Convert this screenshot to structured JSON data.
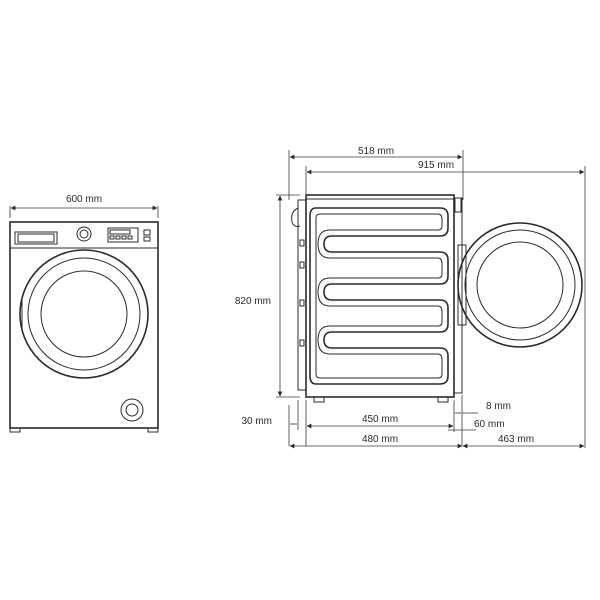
{
  "diagram": {
    "colors": {
      "line": "#2b2b2b",
      "background": "#ffffff"
    },
    "front_view": {
      "width_label": "600 mm"
    },
    "side_view": {
      "depth_label": "518 mm",
      "depth_open_door_label": "915 mm",
      "height_label": "820 mm",
      "rear_clearance_label": "30 mm",
      "body_depth_label": "450 mm",
      "total_depth_label": "480 mm",
      "door_thickness_label": "8 mm",
      "door_offset_label": "60 mm",
      "door_swing_label": "463 mm"
    }
  }
}
